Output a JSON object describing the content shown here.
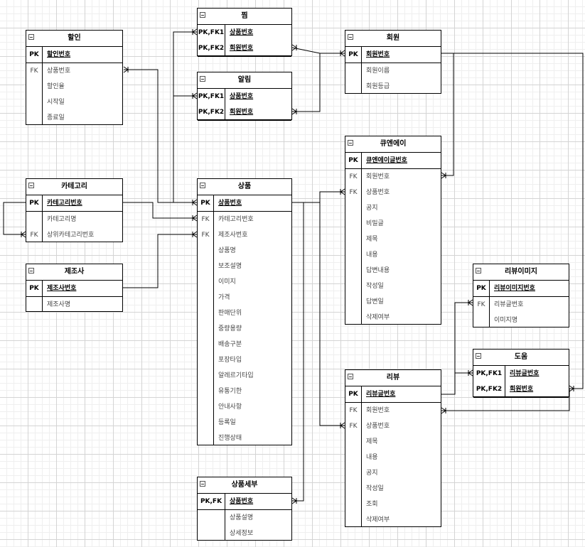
{
  "entities": [
    {
      "id": "wishlist",
      "title": "찜",
      "rows": [
        {
          "key": "PK,FK1",
          "col": "상품번호",
          "pk": true
        },
        {
          "key": "PK,FK2",
          "col": "회원번호",
          "pk": true
        }
      ]
    },
    {
      "id": "discount",
      "title": "할인",
      "rows": [
        {
          "key": "PK",
          "col": "할인번호",
          "pk": true
        },
        {
          "key": "FK",
          "col": "상품번호"
        },
        {
          "key": "",
          "col": "할인율"
        },
        {
          "key": "",
          "col": "시작일"
        },
        {
          "key": "",
          "col": "종료일"
        }
      ]
    },
    {
      "id": "member",
      "title": "회원",
      "rows": [
        {
          "key": "PK",
          "col": "회원번호",
          "pk": true
        },
        {
          "key": "",
          "col": "회원이름"
        },
        {
          "key": "",
          "col": "회원등급"
        }
      ]
    },
    {
      "id": "alert",
      "title": "알림",
      "rows": [
        {
          "key": "PK,FK1",
          "col": "상품번호",
          "pk": true
        },
        {
          "key": "PK,FK2",
          "col": "회원번호",
          "pk": true
        }
      ]
    },
    {
      "id": "qna",
      "title": "큐엔에이",
      "rows": [
        {
          "key": "PK",
          "col": "큐엔에이글번호",
          "pk": true
        },
        {
          "key": "FK",
          "col": "회원번호"
        },
        {
          "key": "FK",
          "col": "상품번호"
        },
        {
          "key": "",
          "col": "공지"
        },
        {
          "key": "",
          "col": "비밀글"
        },
        {
          "key": "",
          "col": "제목"
        },
        {
          "key": "",
          "col": "내용"
        },
        {
          "key": "",
          "col": "답변내용"
        },
        {
          "key": "",
          "col": "작성일"
        },
        {
          "key": "",
          "col": "답변일"
        },
        {
          "key": "",
          "col": "삭제여부"
        }
      ]
    },
    {
      "id": "category",
      "title": "카테고리",
      "rows": [
        {
          "key": "PK",
          "col": "카테고리번호",
          "pk": true
        },
        {
          "key": "",
          "col": "카테고리명"
        },
        {
          "key": "FK",
          "col": "상위카테고리번호"
        }
      ]
    },
    {
      "id": "product",
      "title": "상품",
      "rows": [
        {
          "key": "PK",
          "col": "상품번호",
          "pk": true
        },
        {
          "key": "FK",
          "col": "카테고리번호"
        },
        {
          "key": "FK",
          "col": "제조사번호"
        },
        {
          "key": "",
          "col": "상품명"
        },
        {
          "key": "",
          "col": "보조설명"
        },
        {
          "key": "",
          "col": "이미지"
        },
        {
          "key": "",
          "col": "가격"
        },
        {
          "key": "",
          "col": "판매단위"
        },
        {
          "key": "",
          "col": "중량용량"
        },
        {
          "key": "",
          "col": "배송구분"
        },
        {
          "key": "",
          "col": "포장타입"
        },
        {
          "key": "",
          "col": "알레르기타입"
        },
        {
          "key": "",
          "col": "유통기한"
        },
        {
          "key": "",
          "col": "안내사항"
        },
        {
          "key": "",
          "col": "등록일"
        },
        {
          "key": "",
          "col": "진행상태"
        }
      ]
    },
    {
      "id": "manufacturer",
      "title": "제조사",
      "rows": [
        {
          "key": "PK",
          "col": "제조사번호",
          "pk": true
        },
        {
          "key": "",
          "col": "제조사명"
        }
      ]
    },
    {
      "id": "review_image",
      "title": "리뷰이미지",
      "rows": [
        {
          "key": "PK",
          "col": "리뷰이미지번호",
          "pk": true
        },
        {
          "key": "FK",
          "col": "리뷰글번호"
        },
        {
          "key": "",
          "col": "이미지명"
        }
      ]
    },
    {
      "id": "helpful",
      "title": "도움",
      "rows": [
        {
          "key": "PK,FK1",
          "col": "리뷰글번호",
          "pk": true
        },
        {
          "key": "PK,FK2",
          "col": "회원번호",
          "pk": true
        }
      ]
    },
    {
      "id": "review",
      "title": "리뷰",
      "rows": [
        {
          "key": "PK",
          "col": "리뷰글번호",
          "pk": true
        },
        {
          "key": "FK",
          "col": "회원번호"
        },
        {
          "key": "FK",
          "col": "상품번호"
        },
        {
          "key": "",
          "col": "제목"
        },
        {
          "key": "",
          "col": "내용"
        },
        {
          "key": "",
          "col": "공지"
        },
        {
          "key": "",
          "col": "작성일"
        },
        {
          "key": "",
          "col": "조회"
        },
        {
          "key": "",
          "col": "삭제여부"
        }
      ]
    },
    {
      "id": "product_detail",
      "title": "상품세부",
      "rows": [
        {
          "key": "PK,FK",
          "col": "상품번호",
          "pk": true
        },
        {
          "key": "",
          "col": "상품설명"
        },
        {
          "key": "",
          "col": "상세정보"
        }
      ]
    }
  ]
}
